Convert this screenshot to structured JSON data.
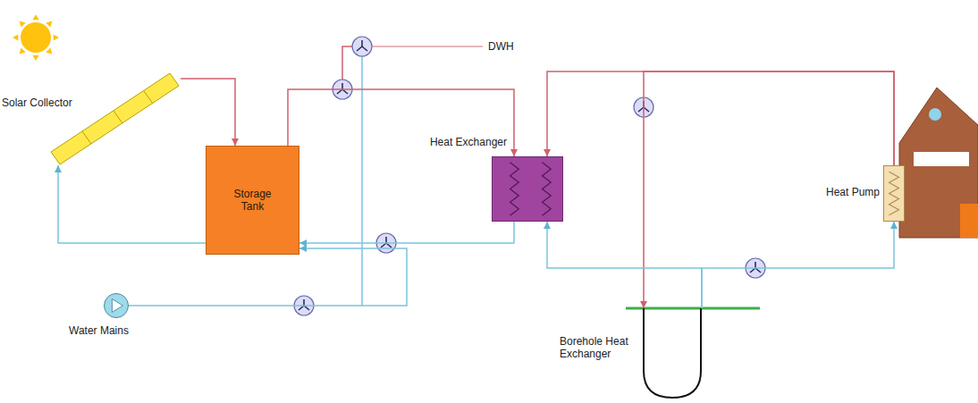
{
  "diagram": {
    "nodes": [
      {
        "text": [
          "Solar Collector"
        ]
      },
      {
        "text": [
          "Storage Tank"
        ]
      },
      {
        "text": [
          "Heat Exchanger"
        ]
      },
      {
        "text": [
          "Water Mains"
        ]
      },
      {
        "text": [
          "Heat Pump"
        ]
      },
      {
        "text": [
          "Borehole Heat Exchanger"
        ]
      }
    ],
    "edges": [
      {
        "from": 0,
        "to": 1,
        "arrow": "to"
      },
      {
        "from": 1,
        "to": 0,
        "arrow": "to"
      },
      {
        "from": 1,
        "to": 2,
        "arrow": "to"
      },
      {
        "from": 2,
        "to": 1,
        "arrow": "to"
      },
      {
        "from": 3,
        "to": 1,
        "arrow": "to"
      },
      {
        "from": 4,
        "to": 2,
        "arrow": "to"
      },
      {
        "from": 4,
        "to": 5,
        "arrow": "to"
      },
      {
        "from": 5,
        "to": 4,
        "arrow": "to"
      },
      {
        "from": 5,
        "to": 2,
        "arrow": "to"
      }
    ],
    "labels": [
      "DWH"
    ]
  }
}
